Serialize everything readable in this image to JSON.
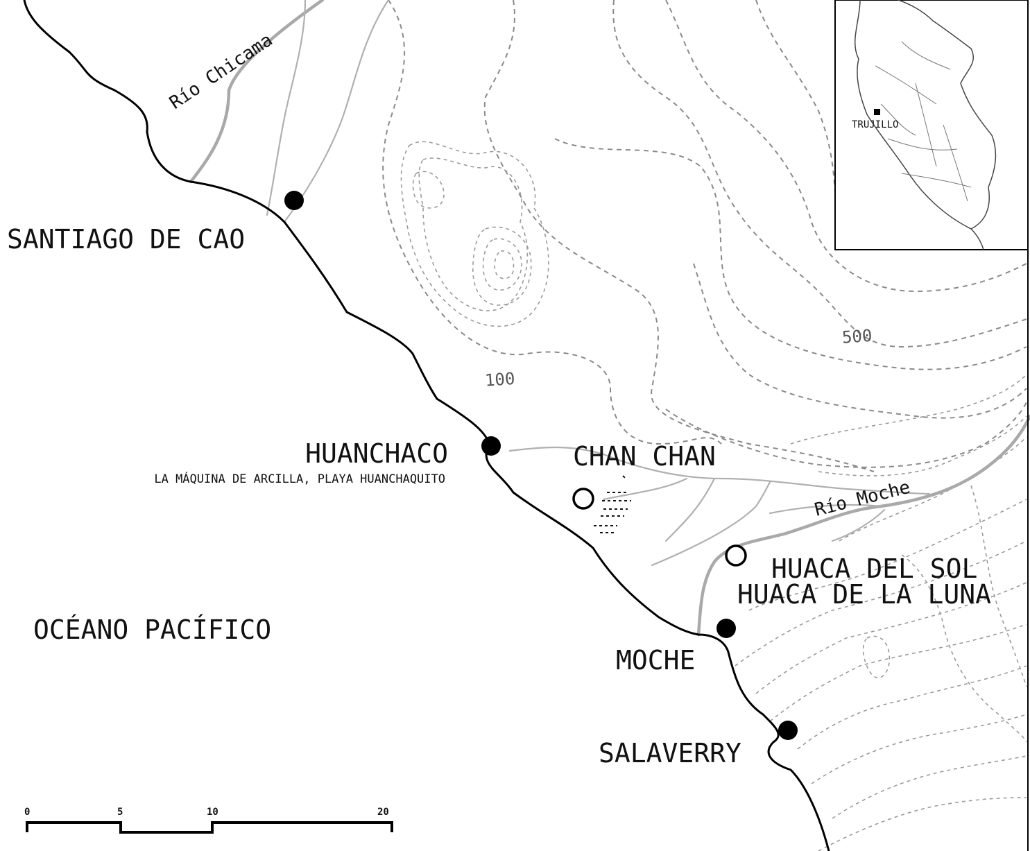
{
  "places": {
    "santiago": "SANTIAGO DE CAO",
    "huanchaco": "HUANCHACO",
    "huanchaco_sub": "LA MÁQUINA DE ARCILLA, PLAYA HUANCHAQUITO",
    "chanchan": "CHAN CHAN",
    "huaca_sol": "HUACA DEL SOL",
    "huaca_luna": "HUACA DE LA LUNA",
    "moche": "MOCHE",
    "salaverry": "SALAVERRY",
    "ocean": "OCÉANO PACÍFICO"
  },
  "rivers": {
    "chicama": "Río Chicama",
    "moche": "Río Moche"
  },
  "contours": {
    "c100": "100",
    "c500": "500"
  },
  "scale": {
    "t0": "0",
    "t5": "5",
    "t10": "10",
    "t20": "20"
  },
  "inset": {
    "city": "TRUJILLO"
  },
  "colors": {
    "coast": "#000000",
    "river": "#a9a9a9",
    "contour": "#8a8a8a"
  }
}
